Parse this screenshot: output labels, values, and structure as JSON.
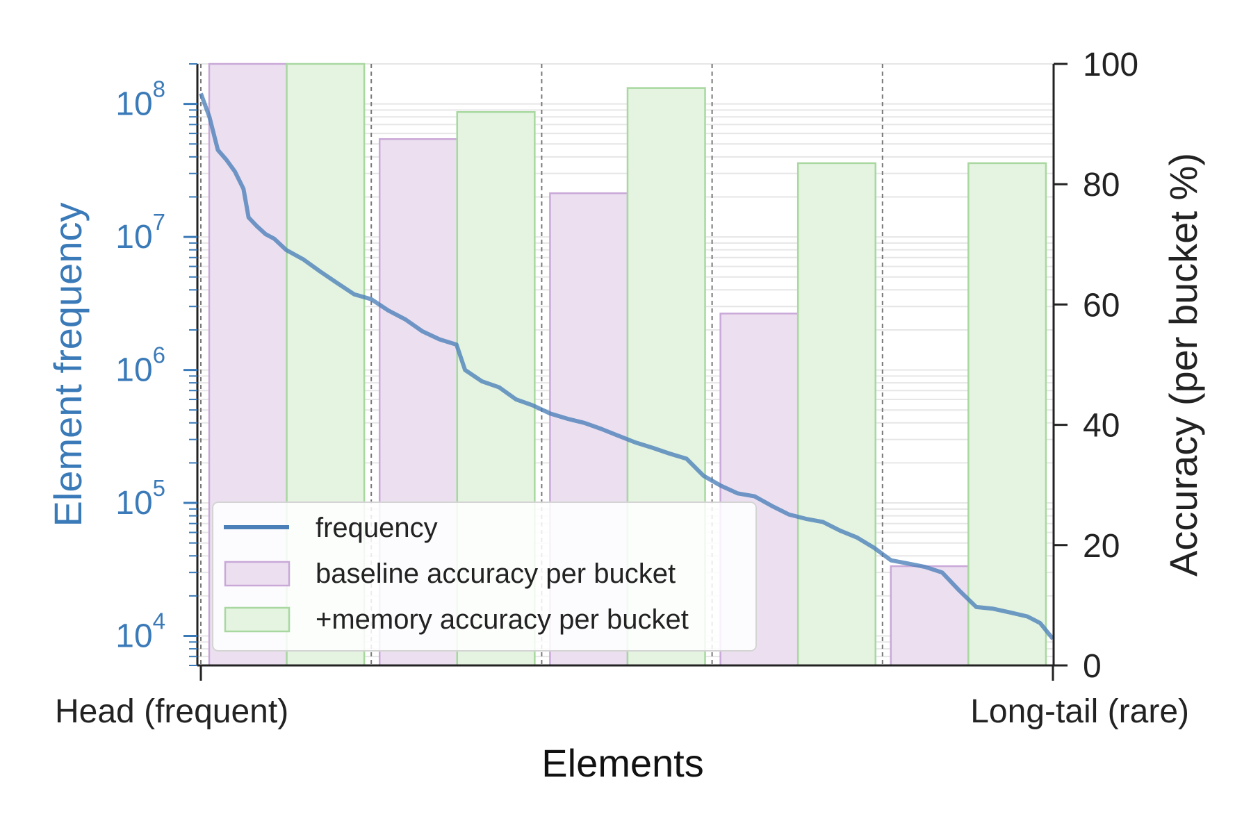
{
  "chart_data": {
    "type": "bar",
    "xlabel": "Elements",
    "x_tick_labels": [
      "Head (frequent)",
      "Long-tail (rare)"
    ],
    "left_axis": {
      "label": "Element frequency",
      "scale": "log",
      "ylim": [
        6000,
        200000000
      ],
      "ticks": [
        {
          "value": 10000,
          "base": "10",
          "exp": "4"
        },
        {
          "value": 100000,
          "base": "10",
          "exp": "5"
        },
        {
          "value": 1000000,
          "base": "10",
          "exp": "6"
        },
        {
          "value": 10000000,
          "base": "10",
          "exp": "7"
        },
        {
          "value": 100000000,
          "base": "10",
          "exp": "8"
        }
      ]
    },
    "right_axis": {
      "label": "Accuracy (per bucket %)",
      "ylim": [
        0,
        100
      ],
      "ticks": [
        "0",
        "20",
        "40",
        "60",
        "80",
        "100"
      ]
    },
    "buckets": 5,
    "series": [
      {
        "name": "baseline accuracy per bucket",
        "values": [
          100,
          87.5,
          78.5,
          58.5,
          16.5
        ]
      },
      {
        "name": "+memory accuracy per bucket",
        "values": [
          100,
          92,
          96,
          83.5,
          83.5
        ]
      }
    ],
    "frequency_line": {
      "name": "frequency",
      "x_range": [
        0,
        1
      ],
      "points": [
        [
          0.0,
          120000000
        ],
        [
          0.01,
          80000000
        ],
        [
          0.02,
          45000000
        ],
        [
          0.03,
          38000000
        ],
        [
          0.04,
          31000000
        ],
        [
          0.05,
          23000000
        ],
        [
          0.056,
          14000000
        ],
        [
          0.066,
          12000000
        ],
        [
          0.076,
          10500000
        ],
        [
          0.086,
          9700000
        ],
        [
          0.1,
          8000000
        ],
        [
          0.12,
          6800000
        ],
        [
          0.14,
          5500000
        ],
        [
          0.16,
          4500000
        ],
        [
          0.18,
          3700000
        ],
        [
          0.2,
          3400000
        ],
        [
          0.22,
          2800000
        ],
        [
          0.24,
          2400000
        ],
        [
          0.26,
          1950000
        ],
        [
          0.28,
          1700000
        ],
        [
          0.3,
          1550000
        ],
        [
          0.31,
          1000000
        ],
        [
          0.33,
          820000
        ],
        [
          0.35,
          740000
        ],
        [
          0.37,
          600000
        ],
        [
          0.39,
          540000
        ],
        [
          0.41,
          470000
        ],
        [
          0.43,
          430000
        ],
        [
          0.45,
          400000
        ],
        [
          0.47,
          360000
        ],
        [
          0.49,
          320000
        ],
        [
          0.51,
          285000
        ],
        [
          0.53,
          260000
        ],
        [
          0.55,
          235000
        ],
        [
          0.57,
          215000
        ],
        [
          0.59,
          160000
        ],
        [
          0.61,
          135000
        ],
        [
          0.63,
          118000
        ],
        [
          0.65,
          112000
        ],
        [
          0.67,
          95000
        ],
        [
          0.69,
          82000
        ],
        [
          0.71,
          76000
        ],
        [
          0.73,
          72000
        ],
        [
          0.75,
          62000
        ],
        [
          0.77,
          55000
        ],
        [
          0.79,
          46000
        ],
        [
          0.81,
          37000
        ],
        [
          0.83,
          35000
        ],
        [
          0.85,
          33000
        ],
        [
          0.87,
          30000
        ],
        [
          0.89,
          22000
        ],
        [
          0.91,
          16500
        ],
        [
          0.93,
          16000
        ],
        [
          0.95,
          15000
        ],
        [
          0.97,
          14000
        ],
        [
          0.985,
          12500
        ],
        [
          1.0,
          9500
        ]
      ]
    },
    "legend_position": "lower-left",
    "colors": {
      "frequency": "#4a7fb8",
      "left_axis": "#3a7ab8",
      "baseline_fill": "#ece0f0",
      "baseline_edge": "#c9a8d8",
      "memory_fill": "#e4f4e0",
      "memory_edge": "#a8d8a0",
      "axis": "#222222"
    }
  }
}
